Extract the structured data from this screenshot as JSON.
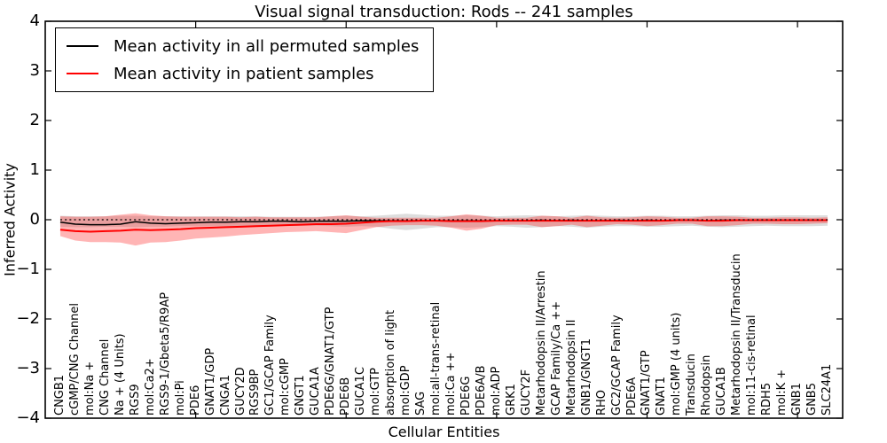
{
  "figure": {
    "background": "#ffffff"
  },
  "chart_data": {
    "type": "line",
    "title": "Visual signal transduction: Rods -- 241 samples",
    "xlabel": "Cellular Entities",
    "ylabel": "Inferred Activity",
    "ylim": [
      -4,
      4
    ],
    "y_ticks": [
      4,
      3,
      2,
      1,
      0,
      -1,
      -2,
      -3,
      -4
    ],
    "x_major_ticks": [
      10,
      20,
      30,
      40,
      50
    ],
    "grid": false,
    "legend_position": "upper left",
    "zero_line": {
      "y": 0,
      "style": "dotted",
      "color": "#000000"
    },
    "categories": [
      "CNGB1",
      "cGMP/CNG Channel",
      "mol:Na +",
      "CNG Channel",
      "Na + (4 Units)",
      "RGS9",
      "mol:Ca2+",
      "RGS9-1/Gbeta5/R9AP",
      "mol:Pi",
      "PDE6",
      "GNAT1/GDP",
      "CNGA1",
      "GUCY2D",
      "RGS9BP",
      "GC1/GCAP Family",
      "mol:cGMP",
      "GNGT1",
      "GUCA1A",
      "PDE6G/GNAT1/GTP",
      "PDE6B",
      "GUCA1C",
      "mol:GTP",
      "absorption of light",
      "mol:GDP",
      "SAG",
      "mol:all-trans-retinal",
      "mol:Ca ++",
      "PDE6G",
      "PDE6A/B",
      "mol:ADP",
      "GRK1",
      "GUCY2F",
      "Metarhodopsin II/Arrestin",
      "GCAP Family/Ca ++",
      "Metarhodopsin II",
      "GNB1/GNGT1",
      "RHO",
      "GC2/GCAP Family",
      "PDE6A",
      "GNAT1/GTP",
      "GNAT1",
      "mol:GMP (4 units)",
      "Transducin",
      "Rhodopsin",
      "GUCA1B",
      "Metarhodopsin II/Transducin",
      "mol:11-cis-retinal",
      "RDH5",
      "mol:K +",
      "GNB1",
      "GNB5",
      "SLC24A1"
    ],
    "series": [
      {
        "name": "Mean activity in all permuted samples",
        "color": "#000000",
        "width": 1.5,
        "values": [
          -0.05,
          -0.09,
          -0.1,
          -0.1,
          -0.09,
          -0.04,
          -0.07,
          -0.08,
          -0.07,
          -0.06,
          -0.05,
          -0.05,
          -0.04,
          -0.04,
          -0.03,
          -0.03,
          -0.04,
          -0.03,
          -0.03,
          -0.03,
          -0.02,
          -0.02,
          -0.02,
          -0.02,
          -0.02,
          -0.02,
          -0.02,
          -0.02,
          -0.02,
          -0.02,
          -0.02,
          -0.02,
          -0.01,
          -0.02,
          -0.01,
          -0.02,
          -0.02,
          -0.01,
          -0.02,
          -0.01,
          -0.02,
          -0.01,
          -0.01,
          -0.02,
          -0.01,
          -0.01,
          -0.01,
          -0.01,
          -0.01,
          -0.01,
          -0.01,
          -0.01
        ]
      },
      {
        "name": "Mean activity in patient samples",
        "color": "#ff0000",
        "width": 2,
        "values": [
          -0.2,
          -0.23,
          -0.24,
          -0.23,
          -0.22,
          -0.2,
          -0.21,
          -0.2,
          -0.19,
          -0.17,
          -0.16,
          -0.15,
          -0.14,
          -0.13,
          -0.12,
          -0.11,
          -0.1,
          -0.09,
          -0.09,
          -0.08,
          -0.06,
          -0.04,
          -0.03,
          -0.03,
          -0.02,
          -0.02,
          -0.03,
          -0.03,
          -0.03,
          -0.02,
          -0.02,
          -0.02,
          -0.02,
          -0.02,
          -0.02,
          -0.02,
          -0.02,
          -0.02,
          -0.02,
          -0.02,
          -0.02,
          -0.01,
          -0.01,
          -0.02,
          -0.02,
          -0.01,
          -0.01,
          -0.01,
          -0.01,
          -0.01,
          -0.01,
          -0.01
        ]
      }
    ],
    "bands": [
      {
        "name": "permuted samples range",
        "color": "rgba(128,128,128,0.27)",
        "upper": [
          0.08,
          0.07,
          0.07,
          0.07,
          0.08,
          0.08,
          0.07,
          0.07,
          0.07,
          0.07,
          0.07,
          0.07,
          0.07,
          0.07,
          0.06,
          0.06,
          0.06,
          0.06,
          0.07,
          0.08,
          0.07,
          0.08,
          0.1,
          0.12,
          0.1,
          0.08,
          0.08,
          0.09,
          0.08,
          0.07,
          0.08,
          0.09,
          0.08,
          0.07,
          0.08,
          0.09,
          0.08,
          0.07,
          0.07,
          0.08,
          0.08,
          0.07,
          0.07,
          0.08,
          0.09,
          0.09,
          0.08,
          0.08,
          0.09,
          0.09,
          0.09,
          0.09
        ],
        "lower": [
          -0.14,
          -0.15,
          -0.15,
          -0.14,
          -0.14,
          -0.15,
          -0.14,
          -0.14,
          -0.13,
          -0.13,
          -0.13,
          -0.13,
          -0.13,
          -0.12,
          -0.12,
          -0.12,
          -0.12,
          -0.12,
          -0.13,
          -0.14,
          -0.13,
          -0.14,
          -0.18,
          -0.21,
          -0.18,
          -0.15,
          -0.15,
          -0.16,
          -0.15,
          -0.13,
          -0.14,
          -0.16,
          -0.15,
          -0.13,
          -0.14,
          -0.16,
          -0.14,
          -0.13,
          -0.13,
          -0.14,
          -0.14,
          -0.13,
          -0.12,
          -0.14,
          -0.15,
          -0.14,
          -0.13,
          -0.12,
          -0.13,
          -0.13,
          -0.13,
          -0.12
        ]
      },
      {
        "name": "patient samples range",
        "color": "rgba(255,25,25,0.32)",
        "upper": [
          0.07,
          0.06,
          0.06,
          0.07,
          0.1,
          0.13,
          0.09,
          0.07,
          0.06,
          0.06,
          0.06,
          0.06,
          0.05,
          0.06,
          0.05,
          0.05,
          0.05,
          0.05,
          0.07,
          0.09,
          0.06,
          0.04,
          0.04,
          0.04,
          0.04,
          0.04,
          0.07,
          0.11,
          0.08,
          0.04,
          0.04,
          0.04,
          0.08,
          0.07,
          0.04,
          0.08,
          0.05,
          0.04,
          0.05,
          0.07,
          0.06,
          0.04,
          0.04,
          0.07,
          0.07,
          0.06,
          0.04,
          0.04,
          0.05,
          0.05,
          0.04,
          0.05
        ],
        "lower": [
          -0.33,
          -0.42,
          -0.45,
          -0.45,
          -0.46,
          -0.52,
          -0.46,
          -0.45,
          -0.42,
          -0.38,
          -0.36,
          -0.34,
          -0.31,
          -0.29,
          -0.27,
          -0.25,
          -0.24,
          -0.23,
          -0.25,
          -0.27,
          -0.21,
          -0.15,
          -0.12,
          -0.11,
          -0.11,
          -0.12,
          -0.16,
          -0.22,
          -0.18,
          -0.11,
          -0.1,
          -0.1,
          -0.15,
          -0.13,
          -0.1,
          -0.15,
          -0.12,
          -0.09,
          -0.1,
          -0.13,
          -0.11,
          -0.08,
          -0.08,
          -0.13,
          -0.13,
          -0.11,
          -0.08,
          -0.08,
          -0.09,
          -0.09,
          -0.08,
          -0.07
        ]
      }
    ],
    "legend": [
      {
        "label": "Mean activity in all permuted samples",
        "color": "#000000"
      },
      {
        "label": "Mean activity in patient samples",
        "color": "#ff0000"
      }
    ]
  }
}
